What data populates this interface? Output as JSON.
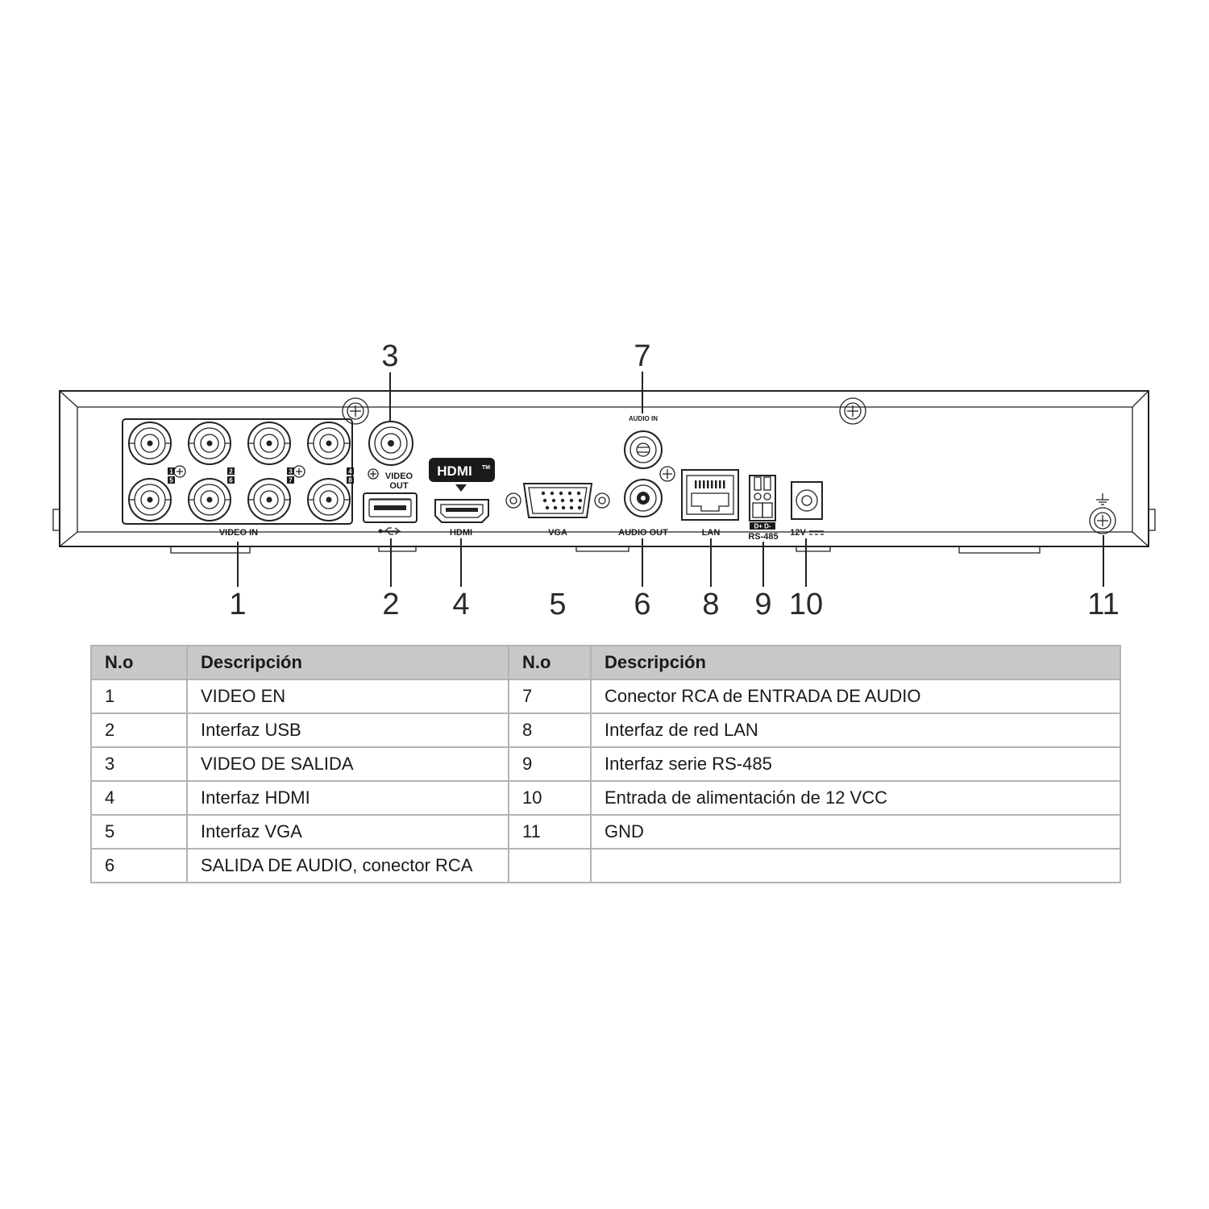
{
  "device": {
    "ports": {
      "video_in": "VIDEO IN",
      "video_out_line1": "VIDEO",
      "video_out_line2": "OUT",
      "audio_in": "AUDIO IN",
      "audio_out": "AUDIO OUT",
      "vga": "VGA",
      "lan": "LAN",
      "rs485": "RS-485",
      "rs485_pins": "D+ D-",
      "power": "12V",
      "hdmi_logo": "HDMI",
      "hdmi_tm": "TM",
      "hdmi_label": "HDMI"
    },
    "bnc_channel_pairs": [
      "1/5",
      "2/6",
      "3/7",
      "4/8"
    ]
  },
  "callouts": [
    "1",
    "2",
    "3",
    "4",
    "5",
    "6",
    "7",
    "8",
    "9",
    "10",
    "11"
  ],
  "table": {
    "headers": [
      "N.o",
      "Descripción",
      "N.o",
      "Descripción"
    ],
    "rows": [
      [
        "1",
        "VIDEO EN",
        "7",
        "Conector  RCA de ENTRADA  DE AUDIO"
      ],
      [
        "2",
        "Interfaz USB",
        "8",
        "Interfaz de red LAN"
      ],
      [
        "3",
        "VIDEO DE SALIDA",
        "9",
        "Interfaz serie RS-485"
      ],
      [
        "4",
        "Interfaz HDMI",
        "10",
        "Entrada de alimentación de 12 VCC"
      ],
      [
        "5",
        "Interfaz VGA",
        "11",
        "GND"
      ],
      [
        "6",
        "SALIDA  DE AUDIO,  conector RCA",
        "",
        ""
      ]
    ]
  }
}
